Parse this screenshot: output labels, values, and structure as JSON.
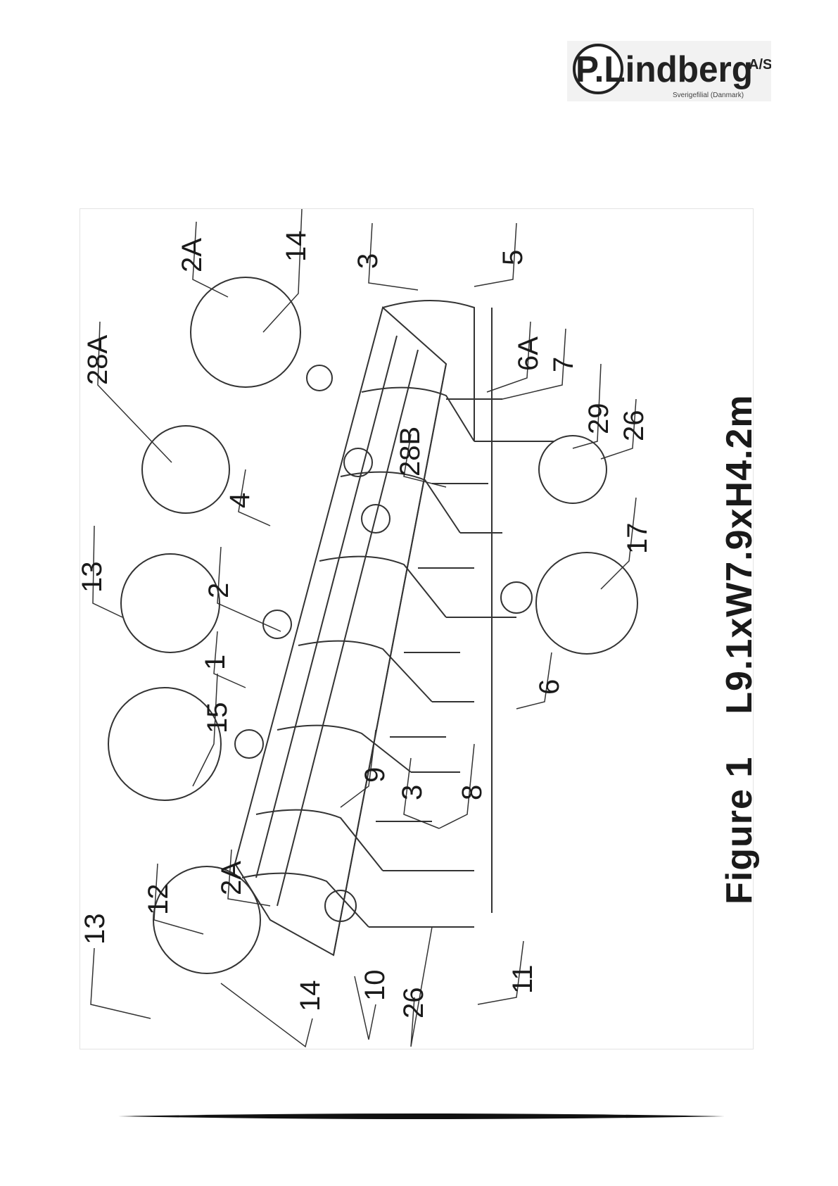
{
  "logo": {
    "brand": "P.Lindberg",
    "suffix": "A/S",
    "tagline": "Sverigefilial (Danmark)"
  },
  "figure": {
    "caption_prefix": "Figure 1",
    "caption_dims": "L9.1xW7.9xH4.2m",
    "callouts": {
      "c2A_top": "2A",
      "c14_top": "14",
      "c3_top": "3",
      "c5": "5",
      "c28A": "28A",
      "c6A": "6A",
      "c7": "7",
      "c29": "29",
      "c26_right": "26",
      "c28B": "28B",
      "c4": "4",
      "c17": "17",
      "c13_mid": "13",
      "c2": "2",
      "c1": "1",
      "c6": "6",
      "c15": "15",
      "c9": "9",
      "c3_mid": "3",
      "c8": "8",
      "c2A_low": "2A",
      "c12": "12",
      "c13_low": "13",
      "c11": "11",
      "c10": "10",
      "c26_low": "26",
      "c14_low": "14"
    }
  }
}
